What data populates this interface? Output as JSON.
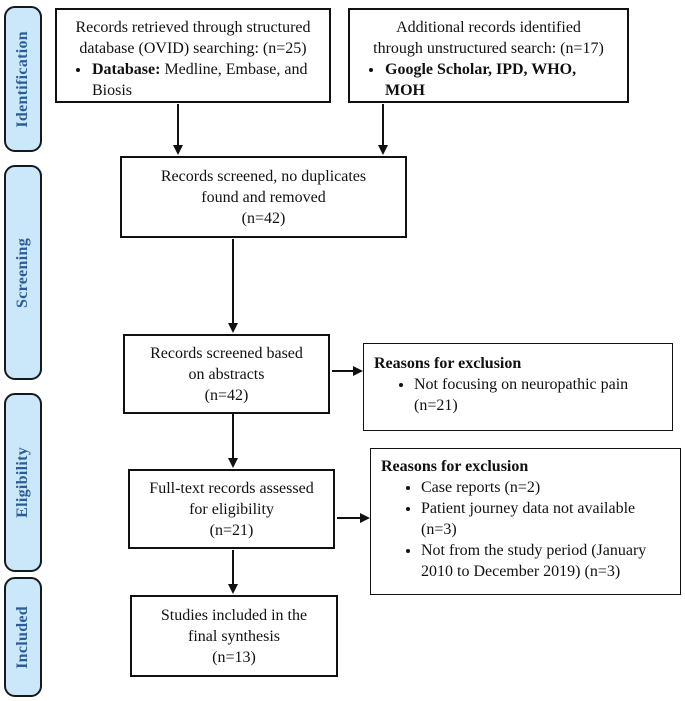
{
  "diagram": {
    "stages": [
      "Identification",
      "Screening",
      "Eligibility",
      "Included"
    ],
    "boxes": {
      "structured": {
        "lines": [
          "Records retrieved through structured",
          "database (OVID) searching: (n=25)"
        ],
        "bullet_bold": "Database:",
        "bullet_rest": " Medline, Embase, and Biosis"
      },
      "unstructured": {
        "lines": [
          "Additional records identified",
          "through unstructured search: (n=17)"
        ],
        "bullet_lines": [
          "Google Scholar, IPD, WHO,",
          "MOH"
        ]
      },
      "screened": {
        "lines": [
          "Records screened, no duplicates",
          "found and removed",
          "(n=42)"
        ]
      },
      "abstracts": {
        "lines": [
          "Records screened based",
          "on abstracts",
          "(n=42)"
        ]
      },
      "exclusion1": {
        "title": "Reasons for exclusion",
        "items": [
          {
            "lines": [
              "Not focusing on neuropathic pain",
              "(n=21)"
            ]
          }
        ]
      },
      "fulltext": {
        "lines": [
          "Full-text records assessed",
          "for eligibility",
          "(n=21)"
        ]
      },
      "exclusion2": {
        "title": "Reasons for exclusion",
        "items": [
          {
            "lines": [
              "Case reports (n=2)"
            ]
          },
          {
            "lines": [
              "Patient journey data not available",
              "(n=3)"
            ]
          },
          {
            "lines": [
              "Not from the study period (January",
              "2010 to December 2019) (n=3)"
            ]
          }
        ]
      },
      "included": {
        "lines": [
          "Studies included in the",
          "final synthesis",
          "(n=13)"
        ]
      }
    },
    "colors": {
      "stage_fill": "#cbe8fa",
      "stage_border": "#15181d",
      "stage_text": "#2a5d97",
      "box_border": "#111111",
      "text": "#111111"
    }
  }
}
